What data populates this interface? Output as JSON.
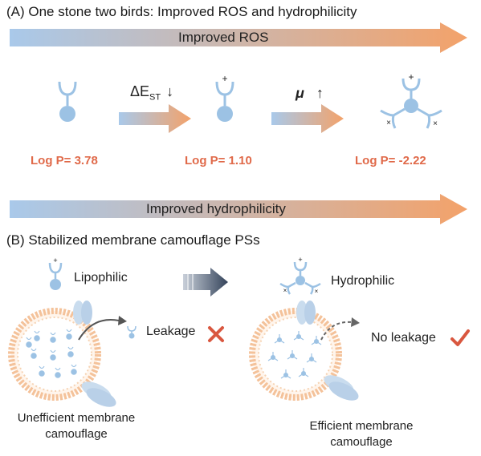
{
  "sectionA": {
    "title": "(A) One stone two birds: Improved ROS and hydrophilicity",
    "arrow_top_label": "Improved ROS",
    "arrow_bottom_label": "Improved hydrophilicity",
    "step1_label": "ΔE",
    "step1_sub": "ST",
    "step1_dir": "↓",
    "step2_label": "μ",
    "step2_dir": "↑",
    "logp": [
      "Log P= 3.78",
      "Log P= 1.10",
      "Log P= -2.22"
    ]
  },
  "sectionB": {
    "title": "(B) Stabilized membrane camouflage PSs",
    "lipophilic_label": "Lipophilic",
    "hydrophilic_label": "Hydrophilic",
    "leakage_label": "Leakage",
    "no_leakage_label": "No leakage",
    "left_caption_line1": "Unefficient membrane",
    "left_caption_line2": "camouflage",
    "right_caption_line1": "Efficient membrane",
    "right_caption_line2": "camouflage"
  },
  "colors": {
    "gradient_start": "#a8c8e8",
    "gradient_end": "#f2a36c",
    "molecule": "#9cc2e4",
    "logp_red": "#e06a4a",
    "cross_red": "#d9573f",
    "dark_arrow": "#3b4a5f"
  }
}
